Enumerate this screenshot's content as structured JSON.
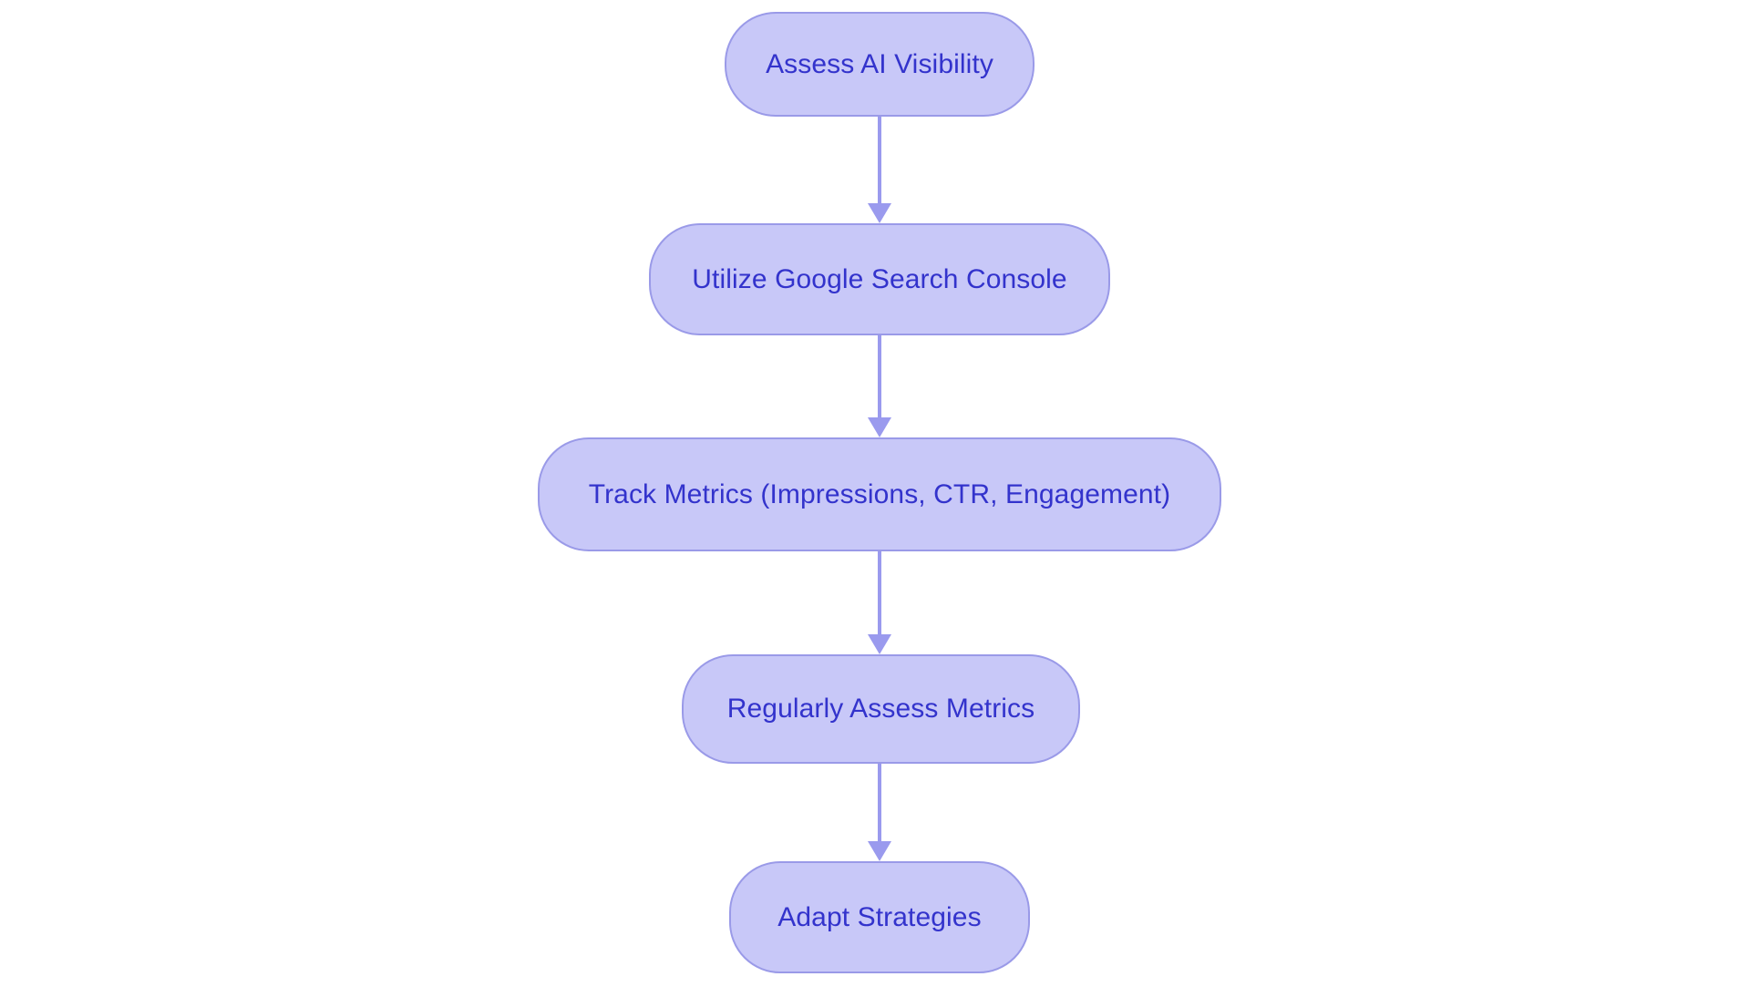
{
  "diagram": {
    "type": "flowchart",
    "orientation": "vertical-top-to-bottom",
    "background_color": "#ffffff",
    "node_fill_color": "#c8c8f8",
    "node_border_color": "#9a9ae8",
    "node_text_color": "#3333cc",
    "connector_color": "#9a9aee",
    "nodes": [
      {
        "id": "assess-ai-visibility",
        "label": "Assess AI Visibility"
      },
      {
        "id": "utilize-google-search-console",
        "label": "Utilize Google Search Console"
      },
      {
        "id": "track-metrics",
        "label": "Track Metrics (Impressions, CTR, Engagement)"
      },
      {
        "id": "regularly-assess-metrics",
        "label": "Regularly Assess Metrics"
      },
      {
        "id": "adapt-strategies",
        "label": "Adapt Strategies"
      }
    ],
    "edges": [
      {
        "from": "assess-ai-visibility",
        "to": "utilize-google-search-console",
        "label": ""
      },
      {
        "from": "utilize-google-search-console",
        "to": "track-metrics",
        "label": ""
      },
      {
        "from": "track-metrics",
        "to": "regularly-assess-metrics",
        "label": ""
      },
      {
        "from": "regularly-assess-metrics",
        "to": "adapt-strategies",
        "label": ""
      }
    ]
  }
}
